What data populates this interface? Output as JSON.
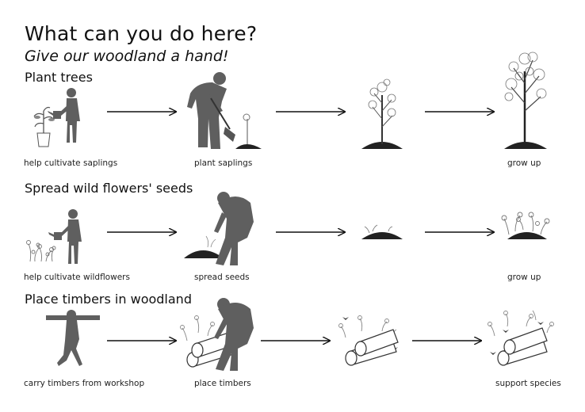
{
  "header": {
    "title": "What can you do here?",
    "subtitle": "Give our woodland a hand!"
  },
  "rows": [
    {
      "heading": "Plant trees",
      "captions": [
        "help cultivate saplings",
        "plant saplings",
        "grow up"
      ]
    },
    {
      "heading": "Spread wild flowers' seeds",
      "captions": [
        "help cultivate wildflowers",
        "spread seeds",
        "grow up"
      ]
    },
    {
      "heading": "Place timbers in woodland",
      "captions": [
        "carry timbers from workshop",
        "place timbers",
        "support species"
      ]
    }
  ],
  "colors": {
    "silhouette": "#5f5f5f",
    "ink": "#222222",
    "background": "#ffffff"
  }
}
